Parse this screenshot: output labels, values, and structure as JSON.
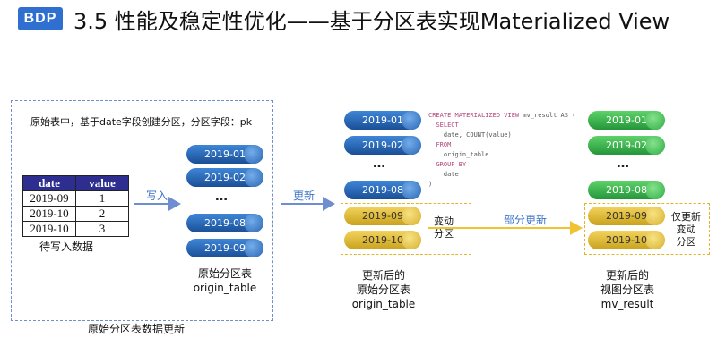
{
  "header": {
    "logo": "BDP",
    "title": "3.5 性能及稳定性优化——基于分区表实现Materialized View"
  },
  "left_panel": {
    "description": "原始表中，基于date字段创建分区，分区字段：pk",
    "table": {
      "columns": [
        "date",
        "value"
      ],
      "rows": [
        [
          "2019-09",
          "1"
        ],
        [
          "2019-10",
          "2"
        ],
        [
          "2019-10",
          "3"
        ]
      ]
    },
    "table_caption": "待写入数据",
    "write_label": "写入",
    "partitions": [
      "2019-01",
      "2019-02",
      "…",
      "2019-08",
      "2019-09"
    ],
    "partitions_caption_line1": "原始分区表",
    "partitions_caption_line2": "origin_table",
    "bottom_caption": "原始分区表数据更新"
  },
  "update_label": "更新",
  "middle": {
    "partitions": [
      "2019-01",
      "2019-02",
      "…",
      "2019-08",
      "2019-09",
      "2019-10"
    ],
    "changed_label_line1": "变动",
    "changed_label_line2": "分区",
    "caption_line1": "更新后的",
    "caption_line2": "原始分区表",
    "caption_line3": "origin_table"
  },
  "sql": {
    "line1_kw": "CREATE MATERIALIZED VIEW",
    "line1_rest": " mv_result AS (",
    "line2": "SELECT",
    "line3": "date, COUNT(value)",
    "line4": "FROM",
    "line5": "origin_table",
    "line6": "GROUP BY",
    "line7": "date",
    "line8": ")"
  },
  "partial_update_label": "部分更新",
  "right": {
    "partitions": [
      "2019-01",
      "2019-02",
      "…",
      "2019-08",
      "2019-09",
      "2019-10"
    ],
    "note_line1": "仅更新",
    "note_line2": "变动",
    "note_line3": "分区",
    "caption_line1": "更新后的",
    "caption_line2": "视图分区表",
    "caption_line3": "mv_result"
  },
  "colors": {
    "blue_pill": "#2a63b0",
    "green_pill": "#36b048",
    "gold_pill": "#e0bb35",
    "arrow_blue": "#6f8ecf",
    "arrow_gold": "#f1c232",
    "logo_bg": "#2f6fcf"
  }
}
